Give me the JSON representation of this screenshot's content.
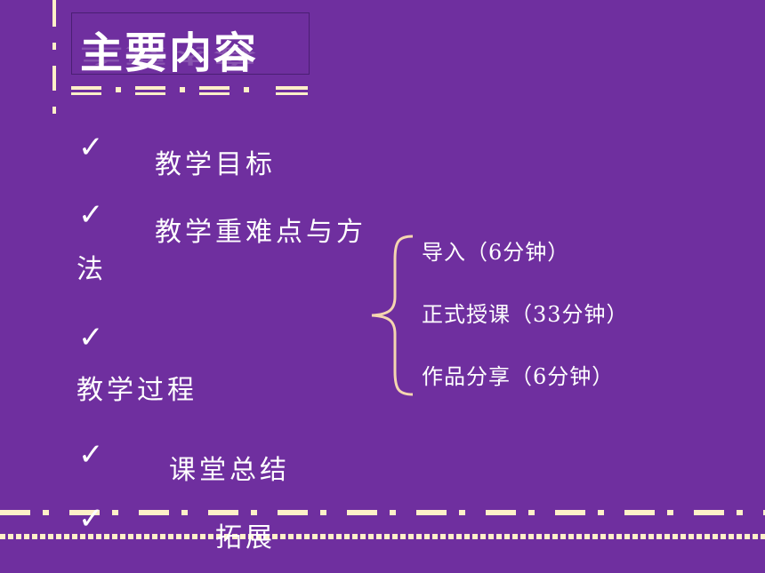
{
  "title": "主要内容",
  "items": [
    {
      "check": "✓",
      "text": "教学目标"
    },
    {
      "check": "✓",
      "text": "教学重难点与方",
      "continuation": "法"
    },
    {
      "check": "✓",
      "text": "",
      "continuation": "教学过程"
    },
    {
      "check": "✓",
      "text": "课堂总结"
    },
    {
      "check": "✓",
      "text": "拓展"
    }
  ],
  "process_steps": [
    "导入（6分钟）",
    "正式授课（33分钟）",
    "作品分享（6分钟）"
  ],
  "colors": {
    "background": "#6f2f9f",
    "accent": "#fff0c8",
    "brace": "#f5d6b0",
    "text": "#ffffff"
  }
}
